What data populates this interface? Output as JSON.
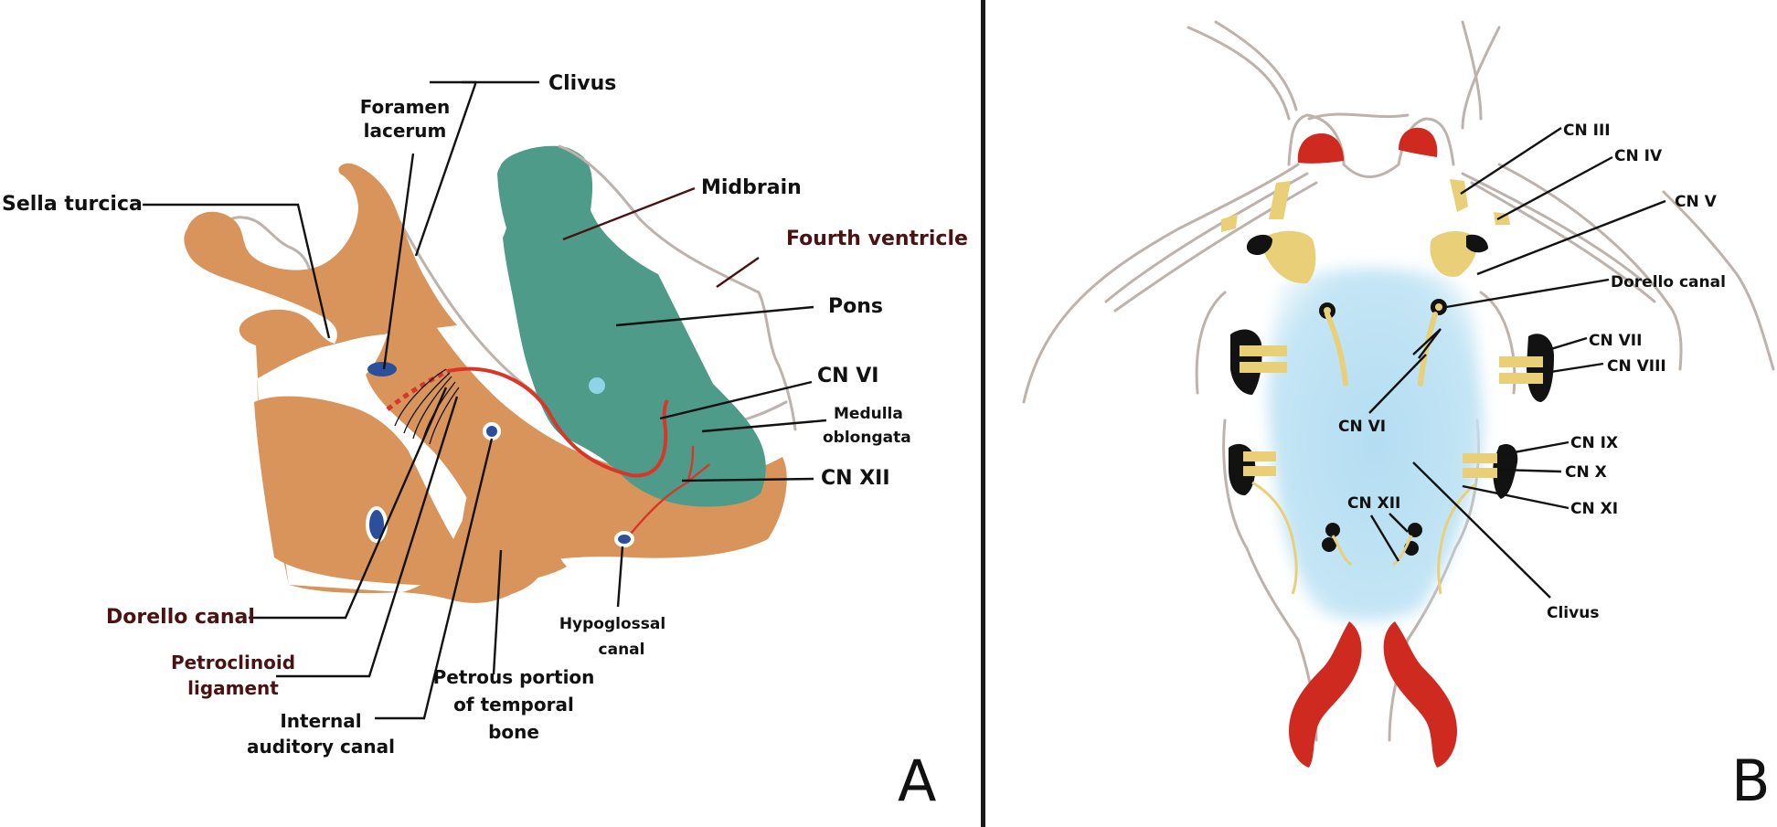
{
  "colors": {
    "bone": "#d8945a",
    "brainstem": "#4e9b8a",
    "nerve_red": "#d9362a",
    "canal_blue": "#2b4f9a",
    "clivus_blue": "#b7dff2",
    "nerve_yellow": "#e8cf78",
    "artery_red": "#cf2a20",
    "label_dark": "#111111",
    "label_maroon": "#4a1212"
  },
  "panel_a": {
    "letter": "A",
    "labels": {
      "clivus": "Clivus",
      "foramen_lacerum_1": "Foramen",
      "foramen_lacerum_2": "lacerum",
      "sella_turcica": "Sella turcica",
      "midbrain": "Midbrain",
      "fourth_ventricle": "Fourth ventricle",
      "pons": "Pons",
      "cn_vi": "CN VI",
      "medulla_1": "Medulla",
      "medulla_2": "oblongata",
      "cn_xii": "CN XII",
      "dorello_canal": "Dorello canal",
      "petroclinoid_1": "Petroclinoid",
      "petroclinoid_2": "ligament",
      "internal_auditory_1": "Internal",
      "internal_auditory_2": "auditory canal",
      "petrous_1": "Petrous portion",
      "petrous_2": "of temporal",
      "petrous_3": "bone",
      "hypoglossal_1": "Hypoglossal",
      "hypoglossal_2": "canal"
    }
  },
  "panel_b": {
    "letter": "B",
    "labels": {
      "cn_iii": "CN III",
      "cn_iv": "CN IV",
      "cn_v": "CN V",
      "dorello_canal": "Dorello canal",
      "cn_vii": "CN VII",
      "cn_viii": "CN VIII",
      "cn_vi": "CN VI",
      "cn_ix": "CN IX",
      "cn_x": "CN X",
      "cn_xi": "CN XI",
      "cn_xii": "CN XII",
      "clivus": "Clivus"
    }
  }
}
